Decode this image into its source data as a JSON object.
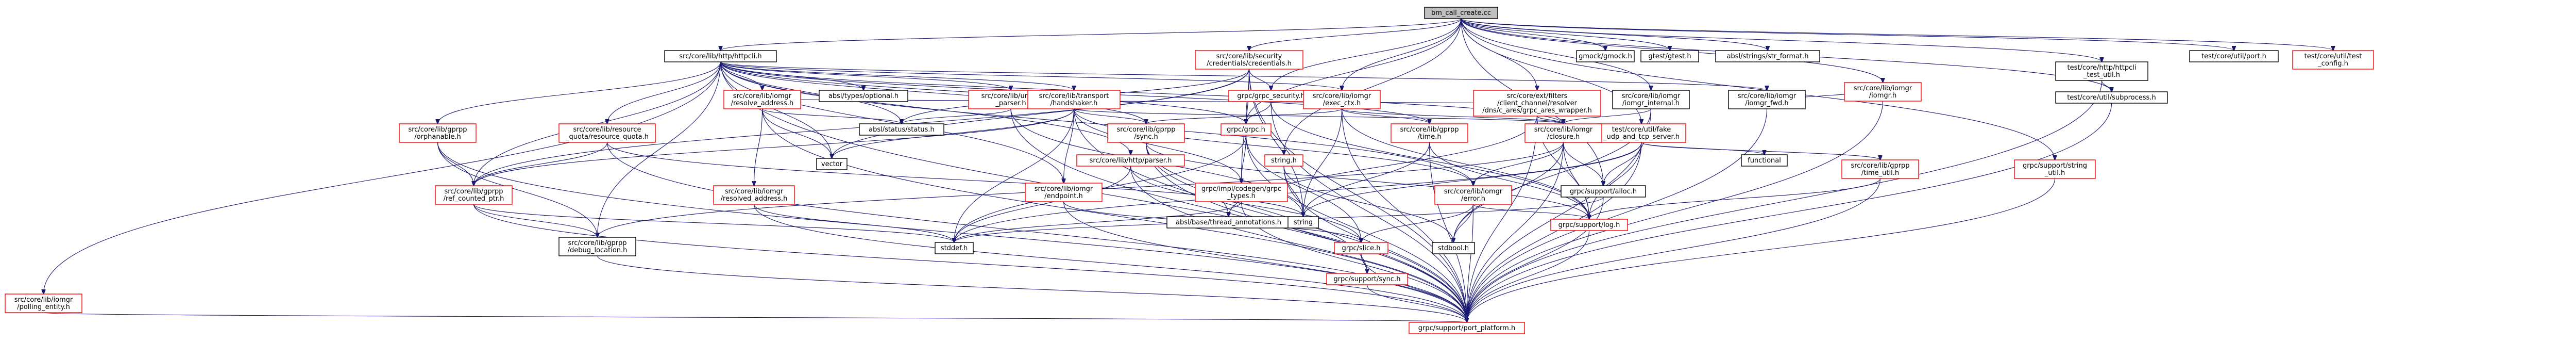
{
  "graph": {
    "nodes": [
      {
        "id": "root",
        "lines": [
          "bm_call_create.cc"
        ],
        "red": false,
        "root": true
      },
      {
        "id": "http_h",
        "lines": [
          "src/core/lib/http/httpcli.h"
        ],
        "red": false
      },
      {
        "id": "sec_creds",
        "lines": [
          "src/core/lib/security",
          "/credentials/credentials.h"
        ],
        "red": true
      },
      {
        "id": "gmock",
        "lines": [
          "gmock/gmock.h"
        ],
        "red": false
      },
      {
        "id": "gtest",
        "lines": [
          "gtest/gtest.h"
        ],
        "red": false
      },
      {
        "id": "absl_strformat",
        "lines": [
          "absl/strings/str_format.h"
        ],
        "red": false
      },
      {
        "id": "test_port",
        "lines": [
          "test/core/util/port.h"
        ],
        "red": false
      },
      {
        "id": "test_config",
        "lines": [
          "test/core/util/test",
          "_config.h"
        ],
        "red": true
      },
      {
        "id": "test_http_util",
        "lines": [
          "test/core/http/httpcli",
          "_test_util.h"
        ],
        "red": false
      },
      {
        "id": "test_subproc",
        "lines": [
          "test/core/util/subprocess.h"
        ],
        "red": false
      },
      {
        "id": "iomgr_h",
        "lines": [
          "src/core/lib/iomgr",
          "/iomgr.h"
        ],
        "red": true
      },
      {
        "id": "fake_udp",
        "lines": [
          "test/core/util/fake",
          "_udp_and_tcp_server.h"
        ],
        "red": true
      },
      {
        "id": "grpc_sec",
        "lines": [
          "grpc/grpc_security.h"
        ],
        "red": true
      },
      {
        "id": "iomgr_exec",
        "lines": [
          "src/core/lib/iomgr",
          "/exec_ctx.h"
        ],
        "red": true
      },
      {
        "id": "resolver_h",
        "lines": [
          "src/core/ext/filters",
          "/client_channel/resolver",
          "/dns/c_ares/grpc_ares_wrapper.h"
        ],
        "red": true
      },
      {
        "id": "iomgr_internal",
        "lines": [
          "src/core/lib/iomgr",
          "/iomgr_internal.h"
        ],
        "red": false
      },
      {
        "id": "iomgr_fwd",
        "lines": [
          "src/core/lib/iomgr",
          "/iomgr_fwd.h"
        ],
        "red": false
      },
      {
        "id": "absl_optional",
        "lines": [
          "absl/types/optional.h"
        ],
        "red": false
      },
      {
        "id": "uri_parser",
        "lines": [
          "src/core/lib/uri/uri",
          "_parser.h"
        ],
        "red": true
      },
      {
        "id": "resource_quota",
        "lines": [
          "src/core/lib/resource",
          "_quota/resource_quota.h"
        ],
        "red": true
      },
      {
        "id": "iomgr_resaddr",
        "lines": [
          "src/core/lib/iomgr",
          "/resolve_address.h"
        ],
        "red": true
      },
      {
        "id": "transport_hs",
        "lines": [
          "src/core/lib/transport",
          "/handshaker.h"
        ],
        "red": true
      },
      {
        "id": "gprpp_orphan",
        "lines": [
          "src/core/lib/gprpp",
          "/orphanable.h"
        ],
        "red": true
      },
      {
        "id": "absl_status",
        "lines": [
          "absl/status/status.h"
        ],
        "red": false
      },
      {
        "id": "vector",
        "lines": [
          "vector"
        ],
        "red": false
      },
      {
        "id": "grpc_h",
        "lines": [
          "grpc/grpc.h"
        ],
        "red": true
      },
      {
        "id": "gprpp_sync",
        "lines": [
          "src/core/lib/gprpp",
          "/sync.h"
        ],
        "red": true
      },
      {
        "id": "gprpp_time",
        "lines": [
          "src/core/lib/gprpp",
          "/time.h"
        ],
        "red": true
      },
      {
        "id": "http_parser",
        "lines": [
          "src/core/lib/http/parser.h"
        ],
        "red": true
      },
      {
        "id": "iomgr_closure",
        "lines": [
          "src/core/lib/iomgr",
          "/closure.h"
        ],
        "red": true
      },
      {
        "id": "string_h",
        "lines": [
          "string.h"
        ],
        "red": true
      },
      {
        "id": "gprpp_timeutil",
        "lines": [
          "src/core/lib/gprpp",
          "/time_util.h"
        ],
        "red": true
      },
      {
        "id": "functional",
        "lines": [
          "functional"
        ],
        "red": false
      },
      {
        "id": "gpr_string",
        "lines": [
          "grpc/support/string",
          "_util.h"
        ],
        "red": true
      },
      {
        "id": "gprpp_refcounted",
        "lines": [
          "src/core/lib/gprpp",
          "/ref_counted_ptr.h"
        ],
        "red": true
      },
      {
        "id": "iomgr_resolved",
        "lines": [
          "src/core/lib/iomgr",
          "/resolved_address.h"
        ],
        "red": true
      },
      {
        "id": "iomgr_endpoint",
        "lines": [
          "src/core/lib/iomgr",
          "/endpoint.h"
        ],
        "red": true
      },
      {
        "id": "codegen_types",
        "lines": [
          "grpc/impl/codegen/grpc",
          "_types.h"
        ],
        "red": true
      },
      {
        "id": "absl_thread",
        "lines": [
          "absl/base/thread_annotations.h"
        ],
        "red": false
      },
      {
        "id": "string",
        "lines": [
          "string"
        ],
        "red": false
      },
      {
        "id": "iomgr_error",
        "lines": [
          "src/core/lib/iomgr",
          "/error.h"
        ],
        "red": true
      },
      {
        "id": "gpr_alloc",
        "lines": [
          "grpc/support/alloc.h"
        ],
        "red": false
      },
      {
        "id": "gpr_log",
        "lines": [
          "grpc/support/log.h"
        ],
        "red": true
      },
      {
        "id": "debug_location",
        "lines": [
          "src/core/lib/gprpp",
          "/debug_location.h"
        ],
        "red": false
      },
      {
        "id": "stddef",
        "lines": [
          "stddef.h"
        ],
        "red": false
      },
      {
        "id": "grpc_slice",
        "lines": [
          "grpc/slice.h"
        ],
        "red": true
      },
      {
        "id": "stdbool",
        "lines": [
          "stdbool.h"
        ],
        "red": false
      },
      {
        "id": "polling_entity",
        "lines": [
          "src/core/lib/iomgr",
          "/polling_entity.h"
        ],
        "red": true
      },
      {
        "id": "gpr_sync",
        "lines": [
          "grpc/support/sync.h"
        ],
        "red": true
      },
      {
        "id": "port_platform",
        "lines": [
          "grpc/support/port_platform.h"
        ],
        "red": true
      }
    ]
  }
}
